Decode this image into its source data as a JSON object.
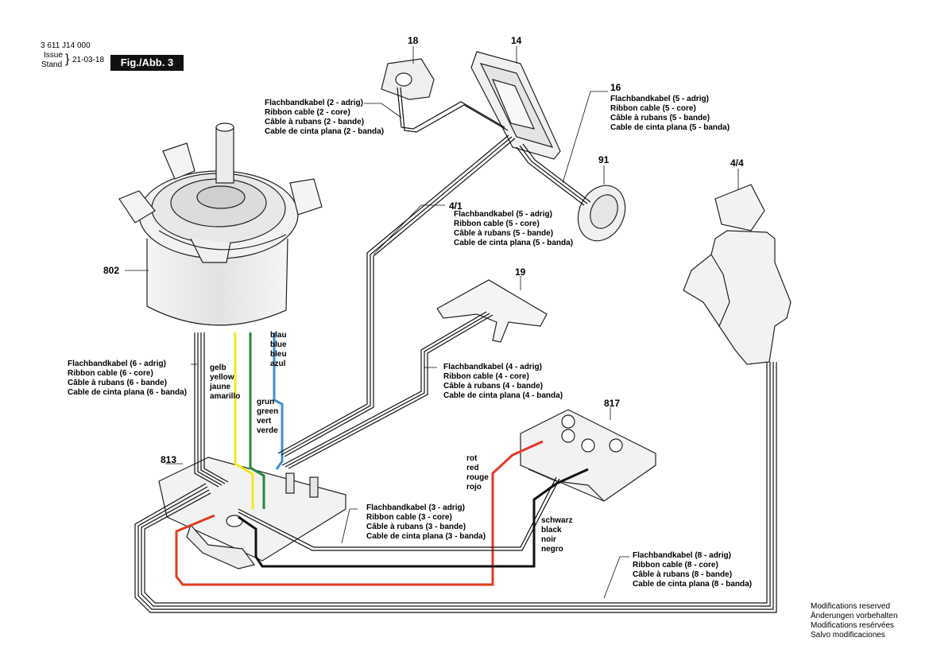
{
  "header": {
    "doc_number": "3 611 J14 000",
    "issue_label": "Issue",
    "stand_label": "Stand",
    "date": "21-03-18",
    "figure": "Fig./Abb. 3"
  },
  "parts": {
    "p18": "18",
    "p14": "14",
    "p16": "16",
    "p91": "91",
    "p44": "4/4",
    "p802": "802",
    "p41": "4/1",
    "p19": "19",
    "p817": "817",
    "p813": "813"
  },
  "cables": {
    "c2": [
      "Flachbandkabel (2 - adrig)",
      "Ribbon cable (2 - core)",
      "Câble à rubans (2 - bande)",
      "Cable de cinta plana (2 - banda)"
    ],
    "c16": [
      "Flachbandkabel (5 - adrig)",
      "Ribbon cable (5 - core)",
      "Câble à rubans (5 - bande)",
      "Cable de cinta plana (5 - banda)"
    ],
    "c41": [
      "Flachbandkabel (5 - adrig)",
      "Ribbon cable (5 - core)",
      "Câble à rubans (5 - bande)",
      "Cable de cinta plana (5 - banda)"
    ],
    "c6": [
      "Flachbandkabel (6 - adrig)",
      "Ribbon cable (6 - core)",
      "Câble à rubans (6 - bande)",
      "Cable de cinta plana (6 - banda)"
    ],
    "c4": [
      "Flachbandkabel (4 - adrig)",
      "Ribbon cable (4 - core)",
      "Câble à rubans (4 - bande)",
      "Cable de cinta plana (4 - banda)"
    ],
    "c3": [
      "Flachbandkabel (3 - adrig)",
      "Ribbon cable (3 - core)",
      "Câble à rubans (3 - bande)",
      "Cable de cinta plana (3 - banda)"
    ],
    "c8": [
      "Flachbandkabel (8 - adrig)",
      "Ribbon cable (8 - core)",
      "Câble à rubans (8 - bande)",
      "Cable de cinta plana (8 - banda)"
    ]
  },
  "wires": {
    "blue": [
      "blau",
      "blue",
      "bleu",
      "azul"
    ],
    "yellow": [
      "gelb",
      "yellow",
      "jaune",
      "amarillo"
    ],
    "green": [
      "grun",
      "green",
      "vert",
      "verde"
    ],
    "red": [
      "rot",
      "red",
      "rouge",
      "rojo"
    ],
    "black": [
      "schwarz",
      "black",
      "noir",
      "negro"
    ]
  },
  "footer": [
    "Modifications reserved",
    "Änderungen vorbehalten",
    "Modifications resérvées",
    "Salvo modificaciones"
  ],
  "colors": {
    "blue_wire": "#3d8fd1",
    "yellow_wire": "#f2ea1a",
    "green_wire": "#1c8a3a",
    "red_wire": "#e23b22",
    "black_wire": "#111111",
    "figure_box": "#111111"
  }
}
